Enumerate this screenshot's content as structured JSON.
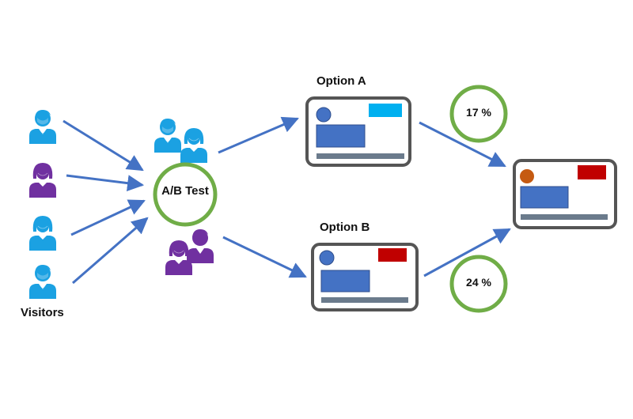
{
  "labels": {
    "visitors": "Visitors",
    "option_a": "Option A",
    "option_b": "Option B",
    "ab_test": "A/B Test"
  },
  "conversion": {
    "option_a": "17 %",
    "option_b": "24 %"
  },
  "colors": {
    "arrow": "#4472C4",
    "circle_border": "#70AD47",
    "person_male": "#1BA1E2",
    "person_female": "#7030A0",
    "option_a_accent": "#00B0F0",
    "option_b_accent": "#C00000",
    "result_dot": "#C55A11",
    "card_border": "#555555",
    "footer_bar": "#6B7B8C"
  }
}
